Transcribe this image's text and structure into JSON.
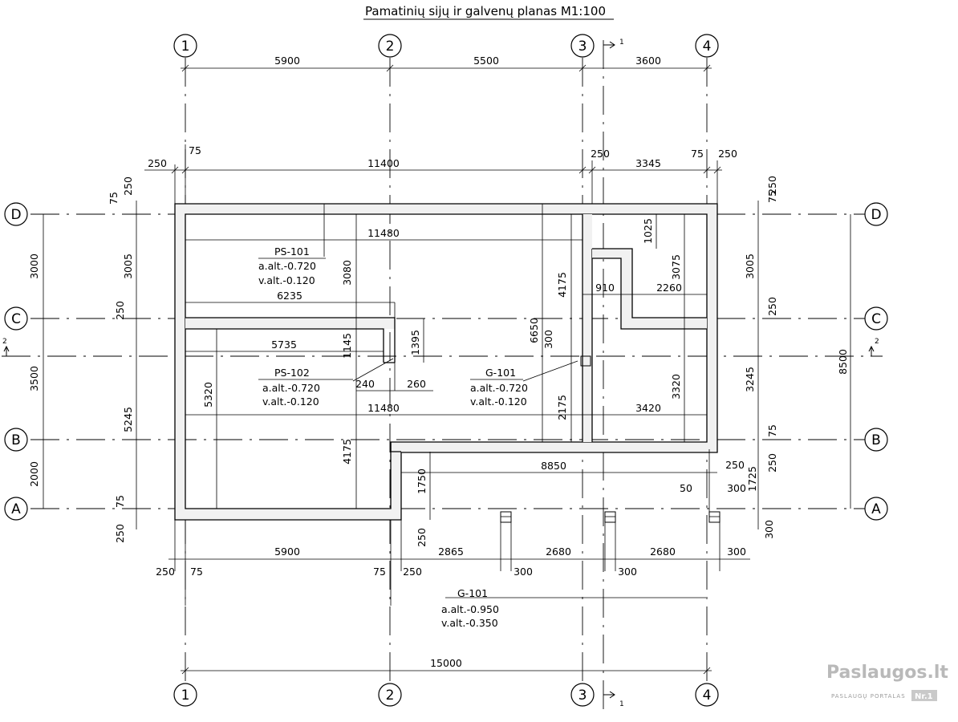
{
  "title": "Pamatinių sijų ir galvenų planas M1:100",
  "grid": {
    "columns": [
      "1",
      "2",
      "3",
      "4"
    ],
    "rows": [
      "D",
      "C",
      "B",
      "A"
    ]
  },
  "section_marks": {
    "vertical": "1",
    "horizontal": "2"
  },
  "labels": {
    "ps101": {
      "name": "PS-101",
      "a_alt": "a.alt.-0.720",
      "v_alt": "v.alt.-0.120"
    },
    "ps102": {
      "name": "PS-102",
      "a_alt": "a.alt.-0.720",
      "v_alt": "v.alt.-0.120"
    },
    "g101_mid": {
      "name": "G-101",
      "a_alt": "a.alt.-0.720",
      "v_alt": "v.alt.-0.120"
    },
    "g101_low": {
      "name": "G-101",
      "a_alt": "a.alt.-0.950",
      "v_alt": "v.alt.-0.350"
    }
  },
  "dimensions": {
    "top_axes": [
      "5900",
      "5500",
      "3600"
    ],
    "top_outer": [
      "250",
      "75",
      "11400",
      "250",
      "3345",
      "75",
      "250"
    ],
    "inner_horizontal": [
      "11480",
      "6235",
      "5735",
      "11480",
      "8850",
      "910",
      "2260",
      "3420",
      "240",
      "260",
      "50",
      "300",
      "250"
    ],
    "inner_vertical": [
      "3080",
      "1145",
      "1395",
      "4175",
      "6650",
      "300",
      "2175",
      "4175",
      "5320",
      "1025",
      "3075",
      "3320",
      "1750",
      "1725"
    ],
    "left_axes": [
      "3000",
      "3500",
      "2000"
    ],
    "left_inner": [
      "75",
      "250",
      "3005",
      "250",
      "5245",
      "75",
      "250"
    ],
    "right_axes": [
      "8500"
    ],
    "right_inner": [
      "250",
      "75",
      "3005",
      "250",
      "3245",
      "75",
      "250",
      "300"
    ],
    "bottom_chain": [
      "250",
      "75",
      "5900",
      "75",
      "250",
      "250",
      "2865",
      "300",
      "2680",
      "300",
      "2680",
      "300"
    ],
    "bottom_total": [
      "15000"
    ]
  },
  "watermark": {
    "brand": "Paslaugos.lt",
    "tagline": "PASLAUGŲ PORTALAS",
    "rank": "Nr.1"
  }
}
